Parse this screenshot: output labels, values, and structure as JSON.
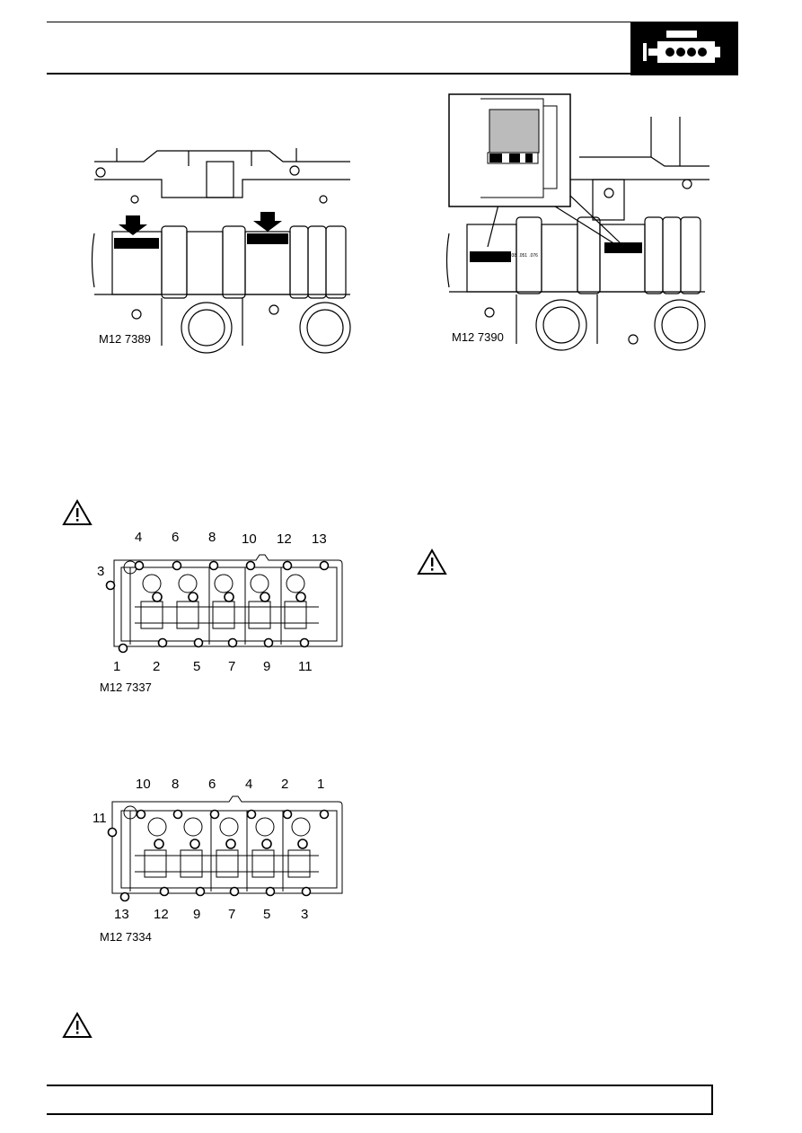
{
  "figures": {
    "fig1": {
      "code": "M12 7389"
    },
    "fig2": {
      "code": "M12 7390",
      "gauge_scale": [
        "mm",
        ".025",
        ".038",
        ".051",
        ".076"
      ]
    },
    "fig3": {
      "code": "M12 7337",
      "top_numbers": [
        "4",
        "6",
        "8",
        "10",
        "12",
        "13"
      ],
      "left_number": "3",
      "bottom_numbers": [
        "1",
        "2",
        "5",
        "7",
        "9",
        "11"
      ]
    },
    "fig4": {
      "code": "M12 7334",
      "top_numbers": [
        "10",
        "8",
        "6",
        "4",
        "2",
        "1"
      ],
      "left_number": "11",
      "bottom_numbers": [
        "13",
        "12",
        "9",
        "7",
        "5",
        "3"
      ]
    }
  },
  "icons": [
    "engine-icon",
    "warning-icon",
    "warning-icon",
    "warning-icon"
  ]
}
